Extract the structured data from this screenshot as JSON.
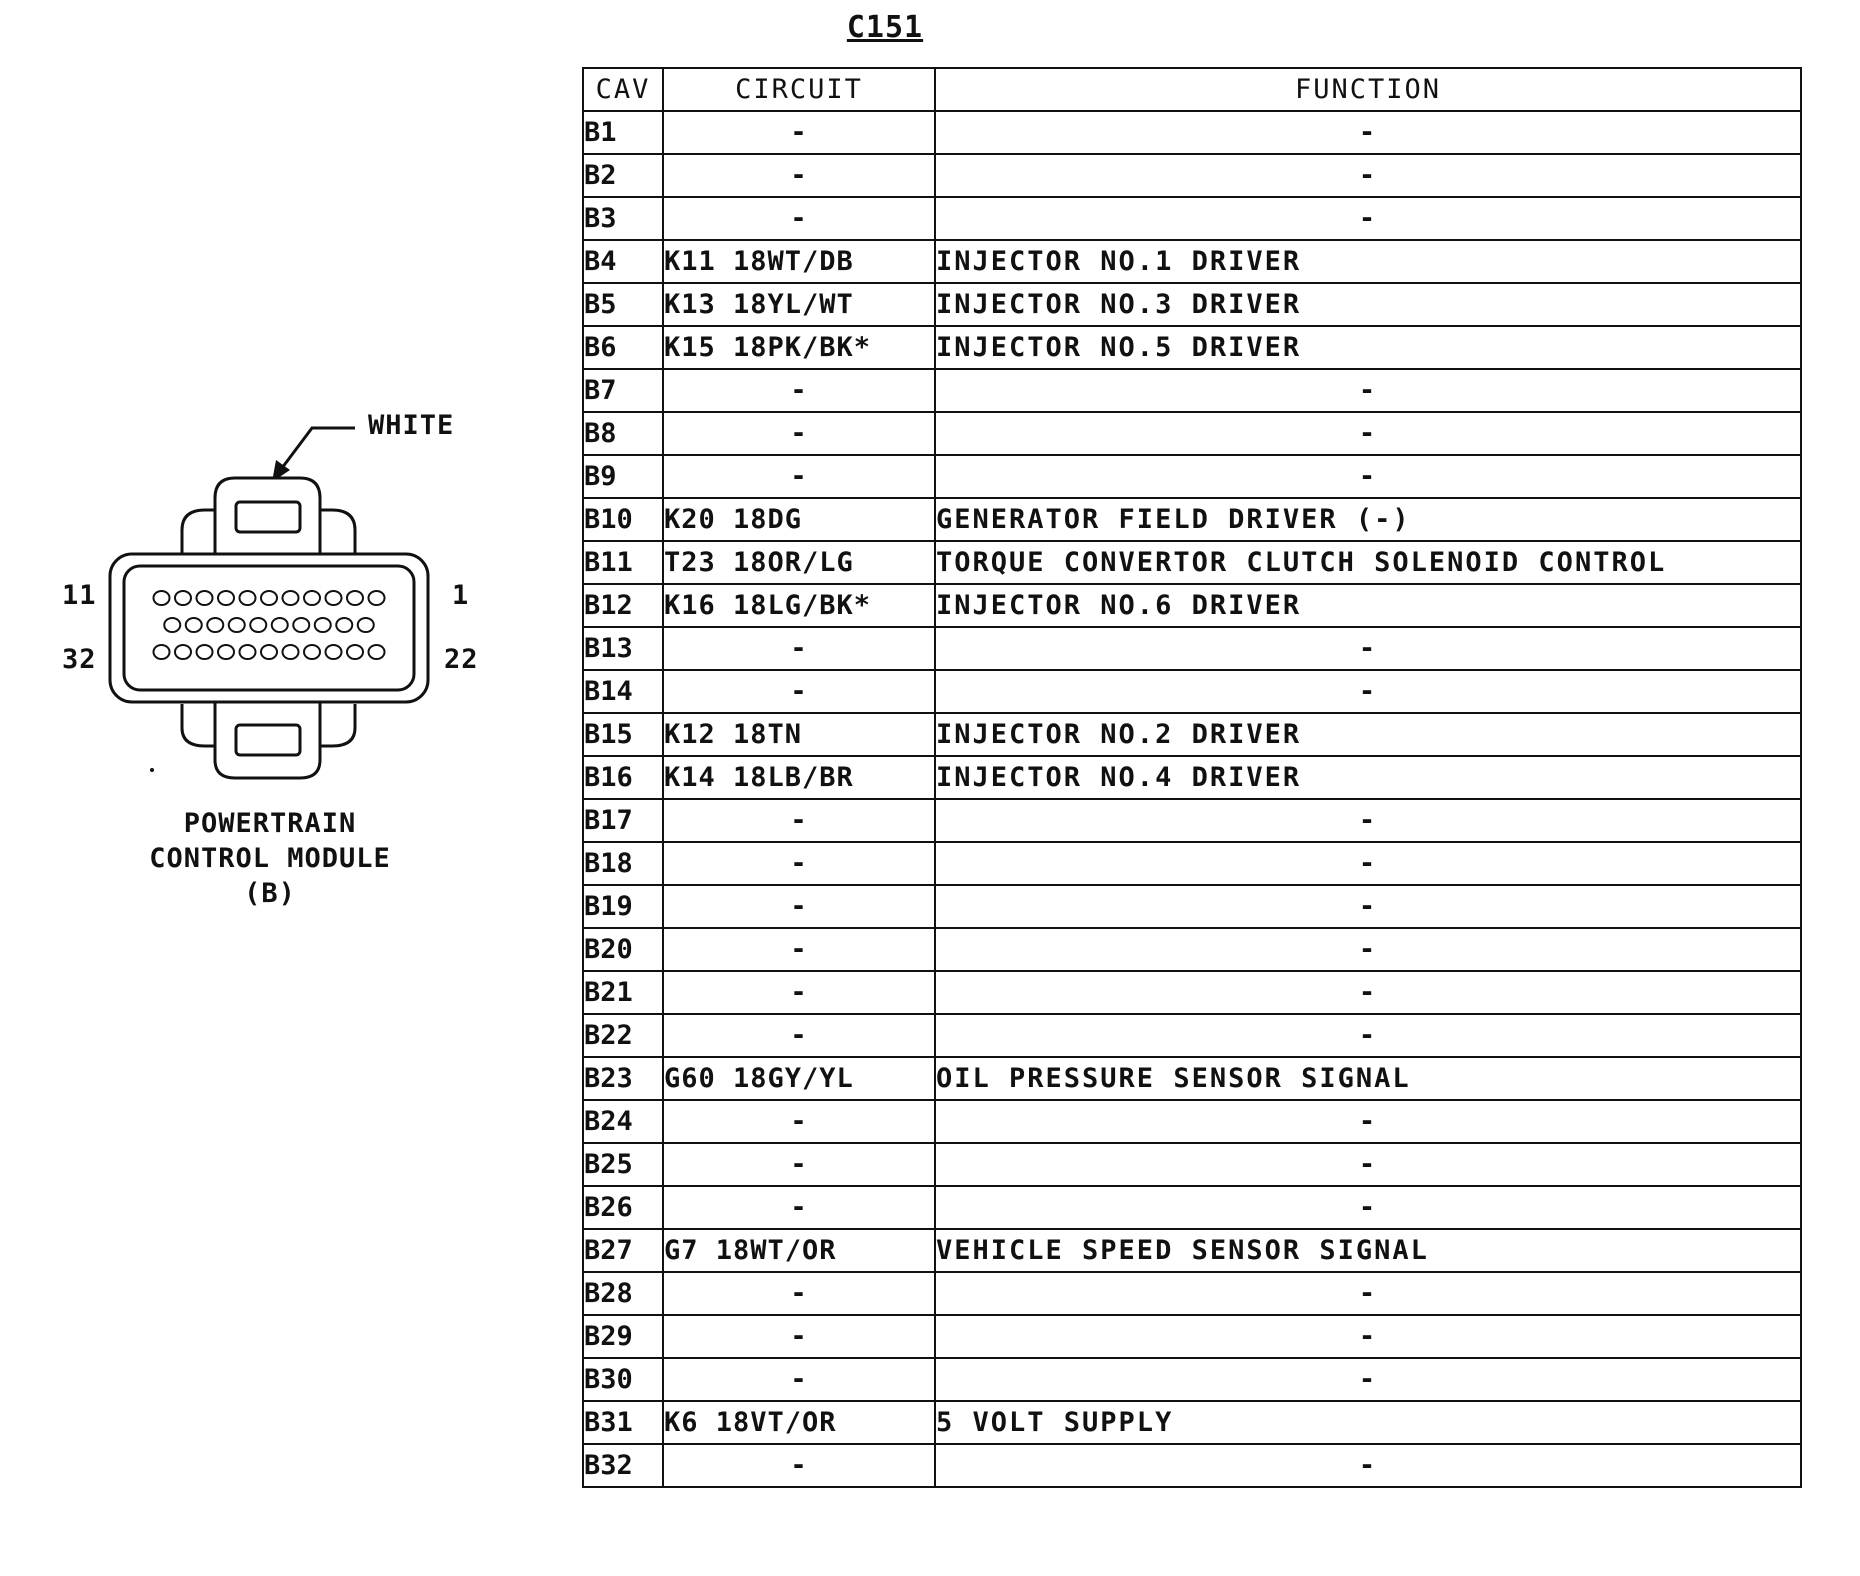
{
  "title": "C151",
  "headers": {
    "cav": "CAV",
    "circuit": "CIRCUIT",
    "function": "FUNCTION"
  },
  "rows": [
    {
      "cav": "B1",
      "circuit": "-",
      "function": "-"
    },
    {
      "cav": "B2",
      "circuit": "-",
      "function": "-"
    },
    {
      "cav": "B3",
      "circuit": "-",
      "function": "-"
    },
    {
      "cav": "B4",
      "circuit": "K11  18WT/DB",
      "function": "INJECTOR NO.1 DRIVER"
    },
    {
      "cav": "B5",
      "circuit": "K13  18YL/WT",
      "function": "INJECTOR NO.3 DRIVER"
    },
    {
      "cav": "B6",
      "circuit": "K15  18PK/BK*",
      "function": "INJECTOR NO.5 DRIVER"
    },
    {
      "cav": "B7",
      "circuit": "-",
      "function": "-"
    },
    {
      "cav": "B8",
      "circuit": "-",
      "function": "-"
    },
    {
      "cav": "B9",
      "circuit": "-",
      "function": "-"
    },
    {
      "cav": "B10",
      "circuit": "K20  18DG",
      "function": "GENERATOR FIELD DRIVER (-)"
    },
    {
      "cav": "B11",
      "circuit": "T23  18OR/LG",
      "function": "TORQUE CONVERTOR CLUTCH SOLENOID CONTROL"
    },
    {
      "cav": "B12",
      "circuit": "K16  18LG/BK*",
      "function": "INJECTOR NO.6 DRIVER"
    },
    {
      "cav": "B13",
      "circuit": "-",
      "function": "-"
    },
    {
      "cav": "B14",
      "circuit": "-",
      "function": "-"
    },
    {
      "cav": "B15",
      "circuit": "K12  18TN",
      "function": "INJECTOR NO.2 DRIVER"
    },
    {
      "cav": "B16",
      "circuit": "K14  18LB/BR",
      "function": "INJECTOR NO.4 DRIVER"
    },
    {
      "cav": "B17",
      "circuit": "-",
      "function": "-"
    },
    {
      "cav": "B18",
      "circuit": "-",
      "function": "-"
    },
    {
      "cav": "B19",
      "circuit": "-",
      "function": "-"
    },
    {
      "cav": "B20",
      "circuit": "-",
      "function": "-"
    },
    {
      "cav": "B21",
      "circuit": "-",
      "function": "-"
    },
    {
      "cav": "B22",
      "circuit": "-",
      "function": "-"
    },
    {
      "cav": "B23",
      "circuit": "G60  18GY/YL",
      "function": "OIL PRESSURE SENSOR SIGNAL"
    },
    {
      "cav": "B24",
      "circuit": "-",
      "function": "-"
    },
    {
      "cav": "B25",
      "circuit": "-",
      "function": "-"
    },
    {
      "cav": "B26",
      "circuit": "-",
      "function": "-"
    },
    {
      "cav": "B27",
      "circuit": "G7  18WT/OR",
      "function": "VEHICLE SPEED SENSOR SIGNAL"
    },
    {
      "cav": "B28",
      "circuit": "-",
      "function": "-"
    },
    {
      "cav": "B29",
      "circuit": "-",
      "function": "-"
    },
    {
      "cav": "B30",
      "circuit": "-",
      "function": "-"
    },
    {
      "cav": "B31",
      "circuit": "K6  18VT/OR",
      "function": "5 VOLT SUPPLY"
    },
    {
      "cav": "B32",
      "circuit": "-",
      "function": "-"
    }
  ],
  "connector": {
    "color_label": "WHITE",
    "pin_labels": {
      "top_left": "11",
      "top_right": "1",
      "bottom_left": "32",
      "bottom_right": "22"
    },
    "caption": [
      "POWERTRAIN",
      "CONTROL MODULE",
      "(B)"
    ]
  }
}
